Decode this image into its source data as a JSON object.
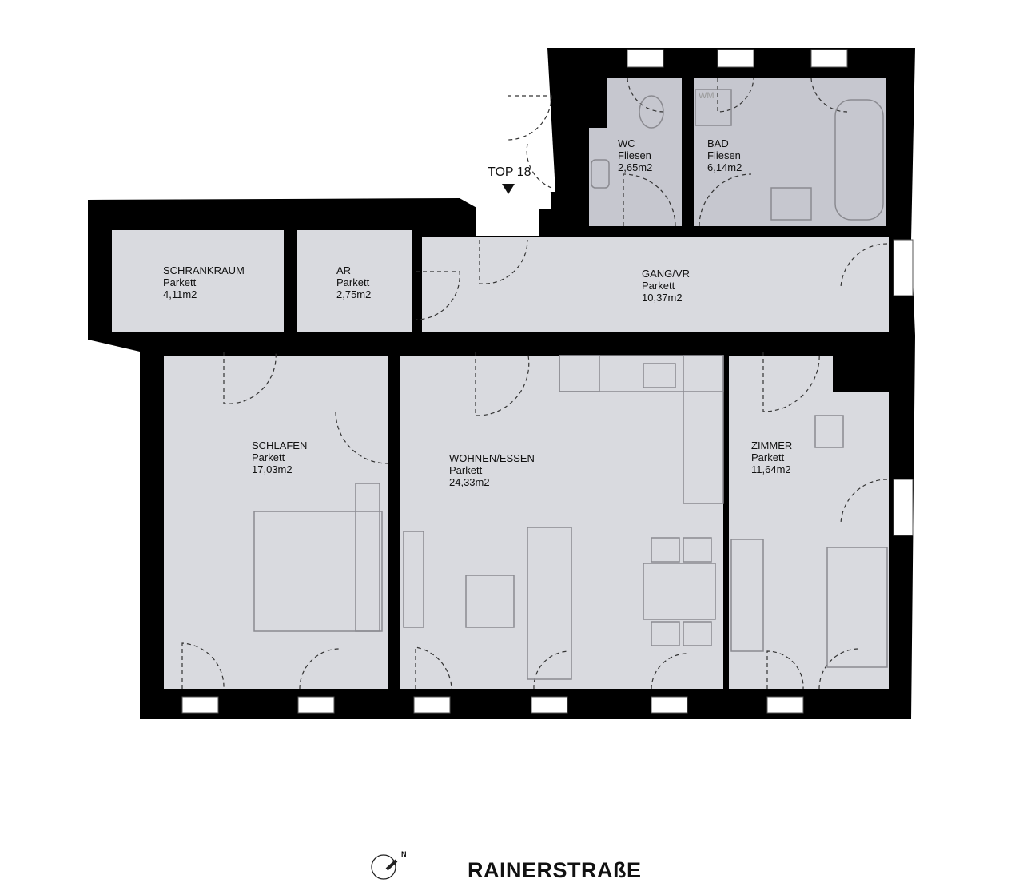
{
  "apartment": {
    "label": "TOP 18"
  },
  "rooms": [
    {
      "name": "SCHRANKRAUM",
      "floor": "Parkett",
      "area": "4,11m2"
    },
    {
      "name": "AR",
      "floor": "Parkett",
      "area": "2,75m2"
    },
    {
      "name": "GANG/VR",
      "floor": "Parkett",
      "area": "10,37m2"
    },
    {
      "name": "WC",
      "floor": "Fliesen",
      "area": "2,65m2"
    },
    {
      "name": "BAD",
      "floor": "Fliesen",
      "area": "6,14m2"
    },
    {
      "name": "SCHLAFEN",
      "floor": "Parkett",
      "area": "17,03m2"
    },
    {
      "name": "WOHNEN/ESSEN",
      "floor": "Parkett",
      "area": "24,33m2"
    },
    {
      "name": "ZIMMER",
      "floor": "Parkett",
      "area": "11,64m2"
    }
  ],
  "fixtures": {
    "washing_machine": "WM"
  },
  "compass": {
    "north": "N"
  },
  "street": "RAINERSTRAßE",
  "colors": {
    "wall": "#000000",
    "room": "#d9dadf",
    "wet_room": "#c6c7cf",
    "furniture": "#8a8a90"
  }
}
